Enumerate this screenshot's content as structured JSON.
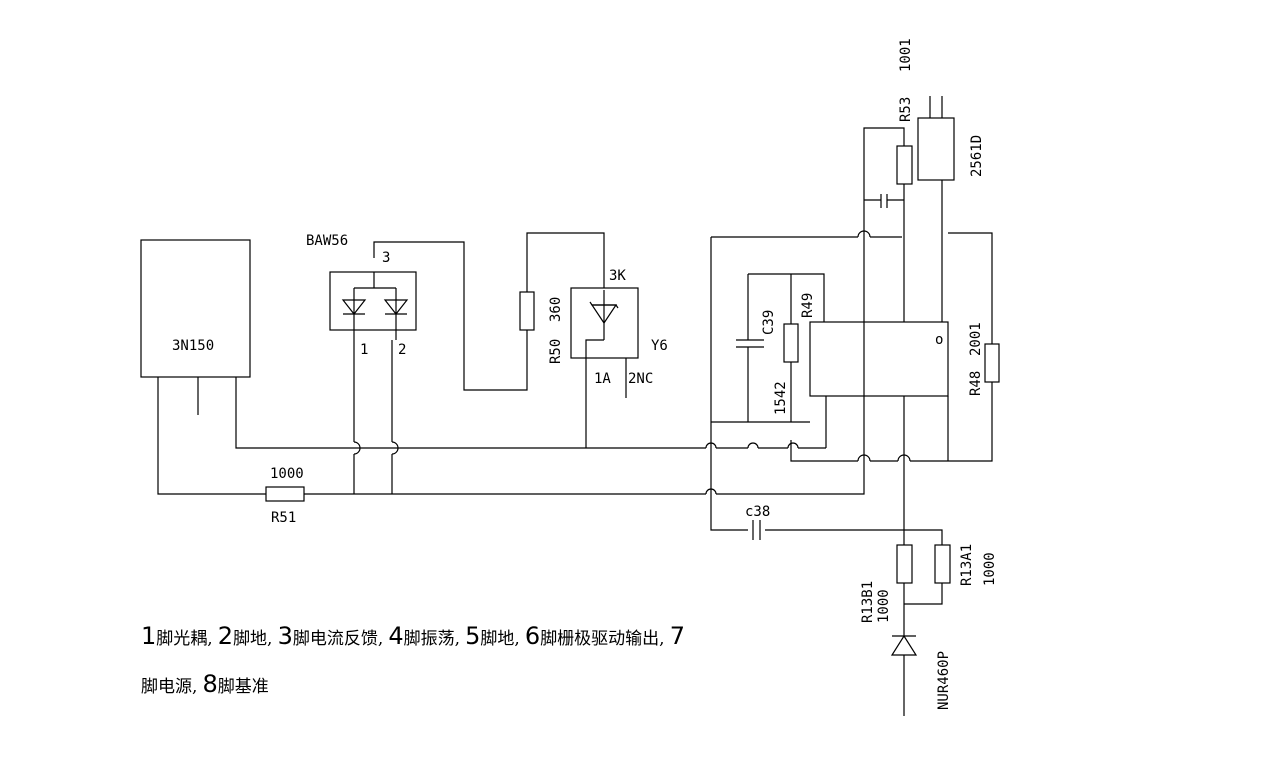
{
  "labels": {
    "ic_3n150": "3N150",
    "baw56": "BAW56",
    "baw56_pin3": "3",
    "baw56_pin1": "1",
    "baw56_pin2": "2",
    "r50_name": "R50",
    "r50_value": "360",
    "y6_name": "Y6",
    "y6_pin_3k": "3K",
    "y6_pin_1a": "1A",
    "y6_pin_2nc": "2NC",
    "c39": "C39",
    "r49": "R49",
    "r49_value": "1542",
    "r53_name": "R53",
    "r53_value": "1001",
    "q_2561d": "2561D",
    "r48_name": "R48",
    "r48_value": "2001",
    "ic_pin1_mark": "o",
    "r51_value": "1000",
    "r51_name": "R51",
    "c38": "c38",
    "r13b1_name": "R13B1",
    "r13b1_value": "1000",
    "r13a1_name": "R13A1",
    "r13a1_value": "1000",
    "nur460p": "NUR460P"
  },
  "pin_notes": {
    "line1": [
      {
        "n": "1",
        "t": "脚光耦,"
      },
      {
        "n": "2",
        "t": "脚地,"
      },
      {
        "n": "3",
        "t": "脚电流反馈,"
      },
      {
        "n": "4",
        "t": "脚振荡,"
      },
      {
        "n": "5",
        "t": "脚地,"
      },
      {
        "n": "6",
        "t": "脚栅极驱动输出,"
      },
      {
        "n": "7",
        "t": ""
      }
    ],
    "line2": [
      {
        "n": "",
        "t": "脚电源,"
      },
      {
        "n": "8",
        "t": "脚基准"
      }
    ]
  }
}
